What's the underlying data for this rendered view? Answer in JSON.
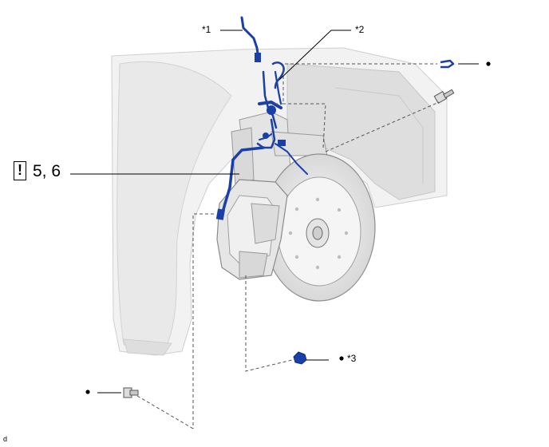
{
  "callouts": {
    "c1": "*1",
    "c2": "*2",
    "c3": "*3"
  },
  "step": {
    "icon_text": "!",
    "text": "5, 6"
  },
  "figure_code": "d",
  "colors": {
    "line": "#1a3fa8",
    "part_outline": "#6d6d6d",
    "body_fill": "#f3f3f3",
    "shadow_fill": "#dcdcdc"
  }
}
